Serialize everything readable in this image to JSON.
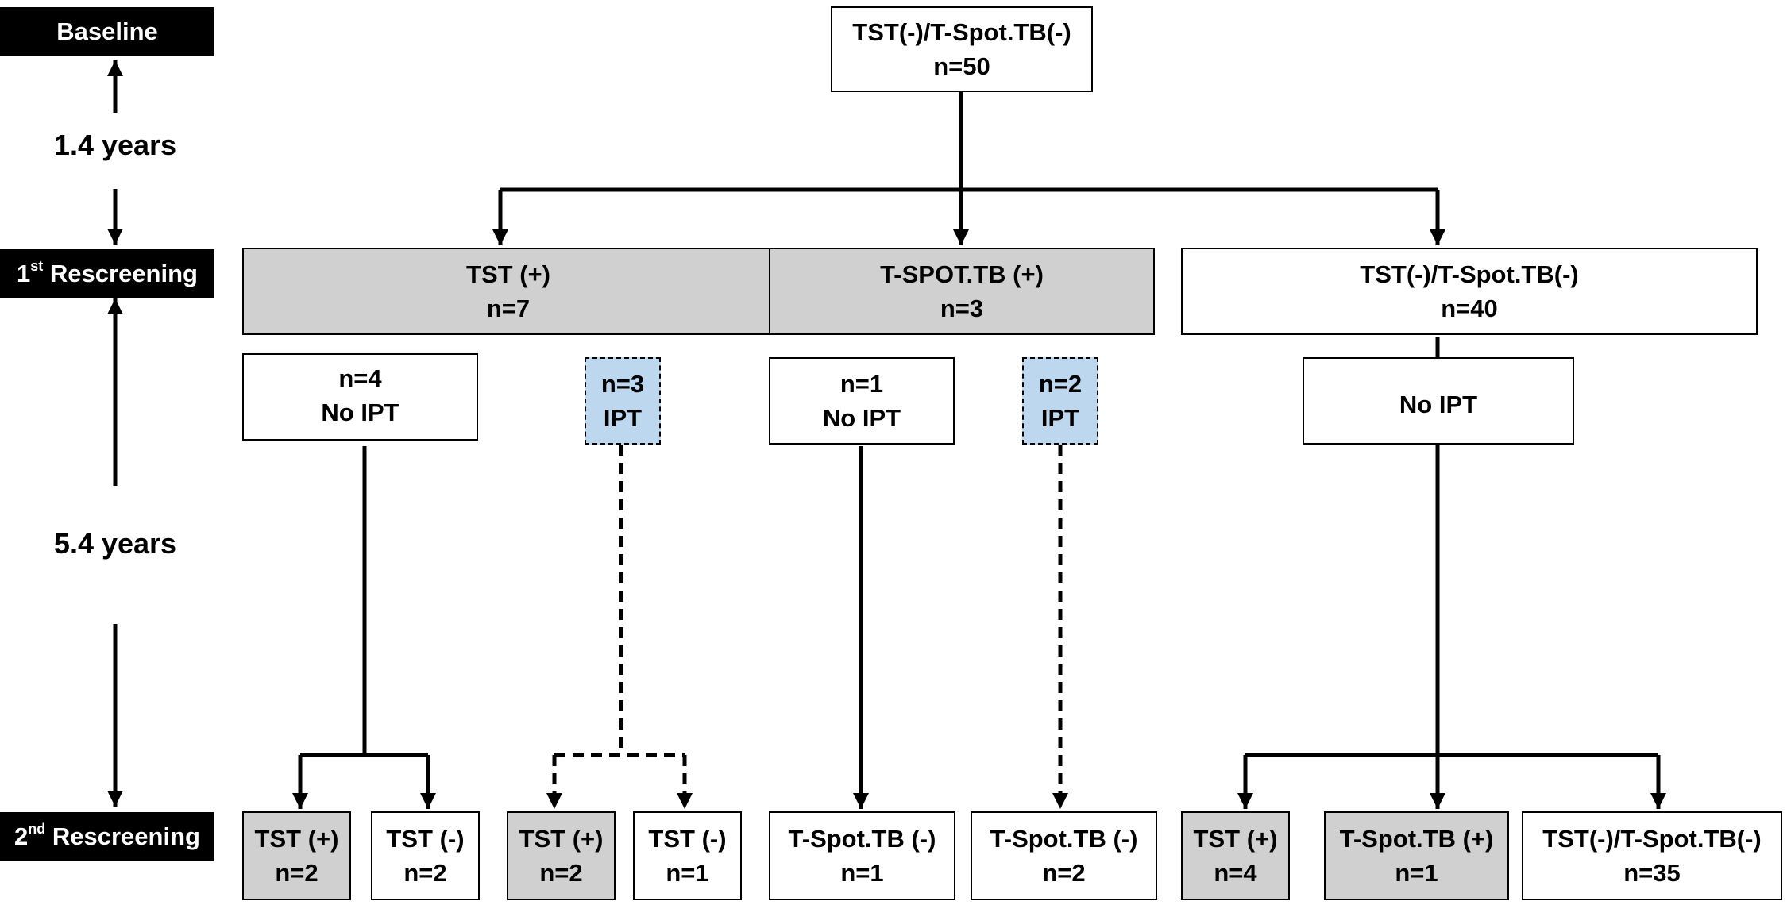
{
  "phases": {
    "baseline": "Baseline",
    "first": {
      "num": "1",
      "sup": "st",
      "label": " Rescreening"
    },
    "second": {
      "num": "2",
      "sup": "nd",
      "label": " Rescreening"
    }
  },
  "durations": {
    "first": "1.4 years",
    "second": "5.4 years"
  },
  "baseline": {
    "line1": "TST(-)/T-Spot.TB(-)",
    "line2": "n=50"
  },
  "first_rescreening": [
    {
      "line1": "TST (+)",
      "line2": "n=7"
    },
    {
      "line1": "T-SPOT.TB (+)",
      "line2": "n=3"
    },
    {
      "line1": "TST(-)/T-Spot.TB(-)",
      "line2": "n=40"
    }
  ],
  "treatment": [
    {
      "line1": "n=4",
      "line2": "No IPT"
    },
    {
      "line1": "n=3",
      "line2": "IPT"
    },
    {
      "line1": "n=1",
      "line2": "No IPT"
    },
    {
      "line1": "n=2",
      "line2": "IPT"
    },
    {
      "line1": "No IPT"
    }
  ],
  "second_rescreening": [
    {
      "line1": "TST (+)",
      "line2": "n=2"
    },
    {
      "line1": "TST (-)",
      "line2": "n=2"
    },
    {
      "line1": "TST (+)",
      "line2": "n=2"
    },
    {
      "line1": "TST (-)",
      "line2": "n=1"
    },
    {
      "line1": "T-Spot.TB (-)",
      "line2": "n=1"
    },
    {
      "line1": "T-Spot.TB (-)",
      "line2": "n=2"
    },
    {
      "line1": "TST (+)",
      "line2": "n=4"
    },
    {
      "line1": "T-Spot.TB (+)",
      "line2": "n=1"
    },
    {
      "line1": "TST(-)/T-Spot.TB(-)",
      "line2": "n=35"
    }
  ],
  "colors": {
    "positive_fill": "#d0d0d0",
    "ipt_fill": "#bdd7ee",
    "label_bg": "#000000"
  }
}
